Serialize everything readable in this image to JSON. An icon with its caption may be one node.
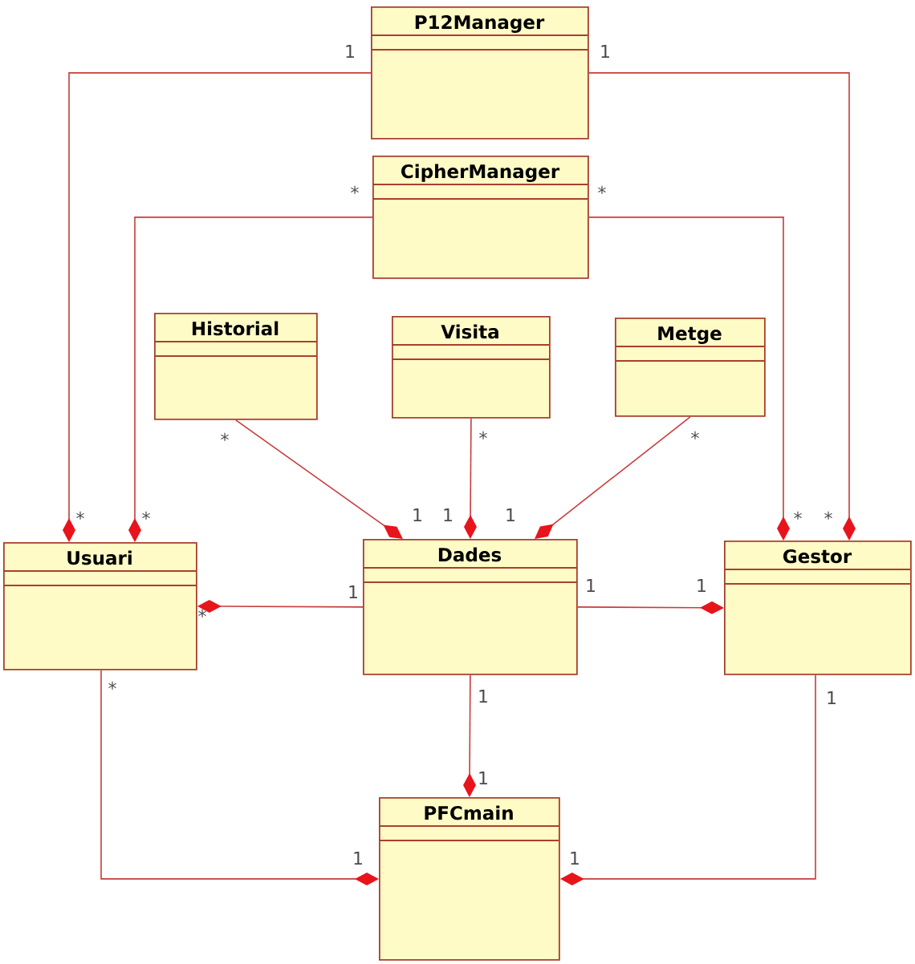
{
  "diagram": {
    "nodes": [
      {
        "text": [
          "P12Manager"
        ]
      },
      {
        "text": [
          "CipherManager"
        ]
      },
      {
        "text": [
          "Historial"
        ]
      },
      {
        "text": [
          "Visita"
        ]
      },
      {
        "text": [
          "Metge"
        ]
      },
      {
        "text": [
          "Usuari"
        ]
      },
      {
        "text": [
          "Dades"
        ]
      },
      {
        "text": [
          "Gestor"
        ]
      },
      {
        "text": [
          "PFCmain"
        ]
      }
    ],
    "edges": [
      {
        "from": 0,
        "to": 5,
        "arrow": "other"
      },
      {
        "from": 0,
        "to": 7,
        "arrow": "other"
      },
      {
        "from": 1,
        "to": 5,
        "arrow": "other"
      },
      {
        "from": 1,
        "to": 7,
        "arrow": "other"
      },
      {
        "from": 2,
        "to": 6,
        "arrow": "other"
      },
      {
        "from": 3,
        "to": 6,
        "arrow": "other"
      },
      {
        "from": 4,
        "to": 6,
        "arrow": "other"
      },
      {
        "from": 6,
        "to": 5,
        "arrow": "other"
      },
      {
        "from": 6,
        "to": 7,
        "arrow": "other"
      },
      {
        "from": 6,
        "to": 8,
        "arrow": "other"
      },
      {
        "from": 5,
        "to": 8,
        "arrow": "other"
      },
      {
        "from": 7,
        "to": 8,
        "arrow": "other"
      }
    ],
    "labels": [
      "1",
      "1",
      "*",
      "*",
      "*",
      "*",
      "*",
      "*",
      "*",
      "1",
      "1",
      "1",
      "*",
      "*",
      "1",
      "1",
      "1",
      "*",
      "*",
      "1",
      "1",
      "1",
      "1",
      "1"
    ]
  }
}
